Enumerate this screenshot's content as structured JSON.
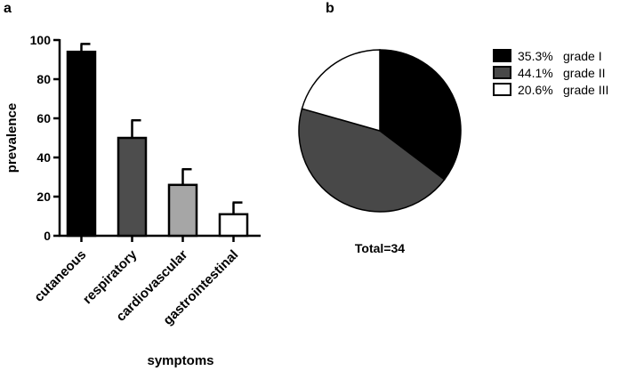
{
  "panels": {
    "a": "a",
    "b": "b"
  },
  "chart_data": [
    {
      "type": "bar",
      "panel": "a",
      "categories": [
        "cutaneous",
        "respiratory",
        "cardiovascular",
        "gastrointestinal"
      ],
      "values": [
        94,
        50,
        26,
        11
      ],
      "errors": [
        4,
        9,
        8,
        6
      ],
      "colors": [
        "#000000",
        "#4d4d4d",
        "#a6a6a6",
        "#ffffff"
      ],
      "xlabel": "symptoms",
      "ylabel": "prevalence",
      "ylim": [
        0,
        100
      ],
      "yticks": [
        0,
        20,
        40,
        60,
        80,
        100
      ],
      "grid": false
    },
    {
      "type": "pie",
      "panel": "b",
      "labels": [
        "grade I",
        "grade II",
        "grade III"
      ],
      "percent_labels": [
        "35.3%",
        "44.1%",
        "20.6%"
      ],
      "values": [
        35.3,
        44.1,
        20.6
      ],
      "colors": [
        "#000000",
        "#484848",
        "#ffffff"
      ],
      "legend_position": "right",
      "caption": "Total=34"
    }
  ]
}
